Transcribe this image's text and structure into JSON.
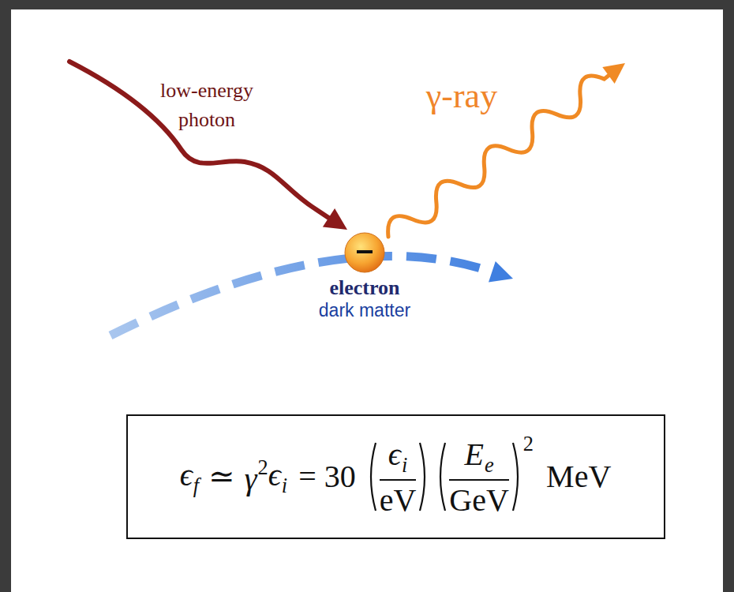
{
  "diagram": {
    "nodes": [
      {
        "text": [
          "ϵ",
          "f",
          "≃",
          "γ",
          "2",
          "ϵ",
          "i",
          "= 30",
          "ϵ",
          "i",
          "eV",
          "E",
          "e",
          "GeV",
          "2",
          "MeV"
        ]
      }
    ],
    "labels": [
      "low-energy photon",
      "γ-ray",
      "electron",
      "dark matter"
    ]
  }
}
